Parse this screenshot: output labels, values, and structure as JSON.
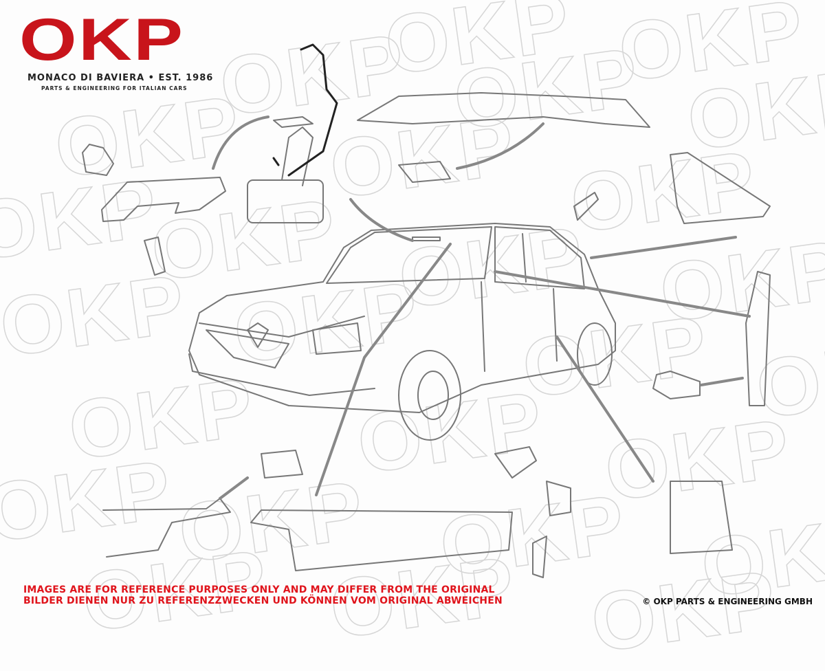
{
  "logo": {
    "mark": "OKP",
    "tagline": "MONACO DI BAVIERA • EST. 1986",
    "subtitle": "PARTS & ENGINEERING FOR ITALIAN CARS"
  },
  "watermark": "OKP",
  "disclaimer": {
    "line1": "IMAGES ARE FOR REFERENCE PURPOSES ONLY AND MAY DIFFER FROM THE ORIGINAL",
    "line2": "BILDER DIENEN NUR ZU REFERENZZWECKEN UND KÖNNEN VOM ORIGINAL ABWEICHEN"
  },
  "copyright": "© OKP PARTS & ENGINEERING GMBH",
  "colors": {
    "brand": "#c8141b",
    "disclaimer": "#e0141c"
  }
}
